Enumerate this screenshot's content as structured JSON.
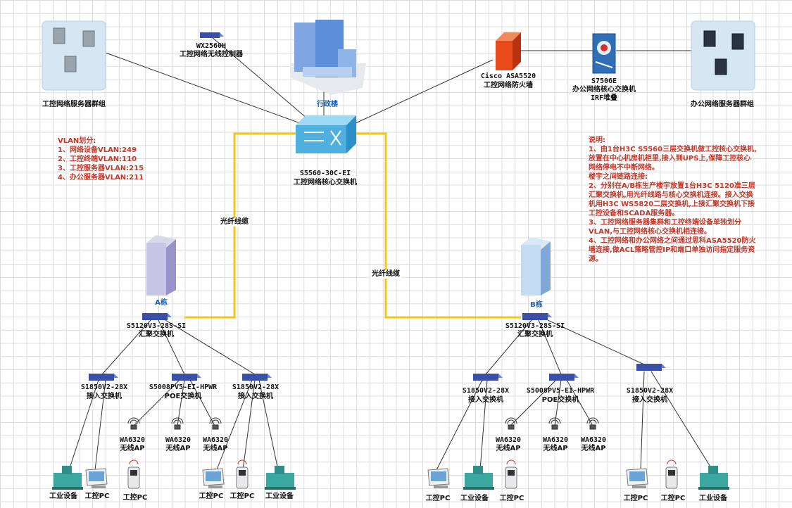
{
  "labels": {
    "srv_ind": "工控网络服务器群组",
    "wx": "WX2560H",
    "wx_desc": "工控网络无线控制器",
    "admin": "行政楼",
    "fw": "Cisco ASA5520",
    "fw_desc": "工控网络防火墙",
    "s7506": "S7506E",
    "s7506_desc": "办公网络核心交换机",
    "s7506_irf": "IRF堆叠",
    "srv_off": "办公网络服务器群组",
    "core": "S5560-30C-EI",
    "core_desc": "工控网络核心交换机",
    "fiber": "光纤线缆",
    "bldA": "A栋",
    "bldB": "B栋",
    "agg": "S5120V3-28S-SI",
    "agg_desc": "汇聚交换机",
    "s1850": "S1850V2-28X",
    "s5008": "S5008PV5-EI-HPWR",
    "access_desc": "接入交换机",
    "poe_desc": "POE交换机",
    "ap": "WA6320",
    "ap_desc": "无线AP",
    "equip": "工业设备",
    "pc": "工控PC"
  },
  "vlan": {
    "title": "VLAN划分:",
    "items": [
      "1、网络设备VLAN:249",
      "2、工控终端VLAN:110",
      "3、工控服务器VLAN:215",
      "4、办公服务器VLAN:211"
    ]
  },
  "notes": {
    "title": "说明:",
    "lines": [
      "1、由1台H3C S5560三层交换机做工控核心交换机,放置在中心机房机柜里,接入到UPS上,保障工控核心网络停电不中断网络。",
      "楼宇之间链路连接:",
      "2、分别在A/B栋生产楼宇放置1台H3C 5120准三层汇聚交换机,用光纤线路与核心交换机连接。接入交换机用H3C WS5820二层交换机,上接汇聚交换机下接工控设备和SCADA服务器。",
      "3、工控网络服务器集群和工控终端设备单独划分VLAN,与工控网络核心交换机相连接。",
      "4、工控网络和办公网络之间通过思科ASA5520防火墙连接,做ACL策略管控IP和端口单独访问指定服务资源。"
    ]
  },
  "colors": {
    "fiber": "#f5c518",
    "line": "#333333",
    "note": "#c0392b",
    "blue_label": "#1a5fb4",
    "switch": "#3a4fa8"
  }
}
